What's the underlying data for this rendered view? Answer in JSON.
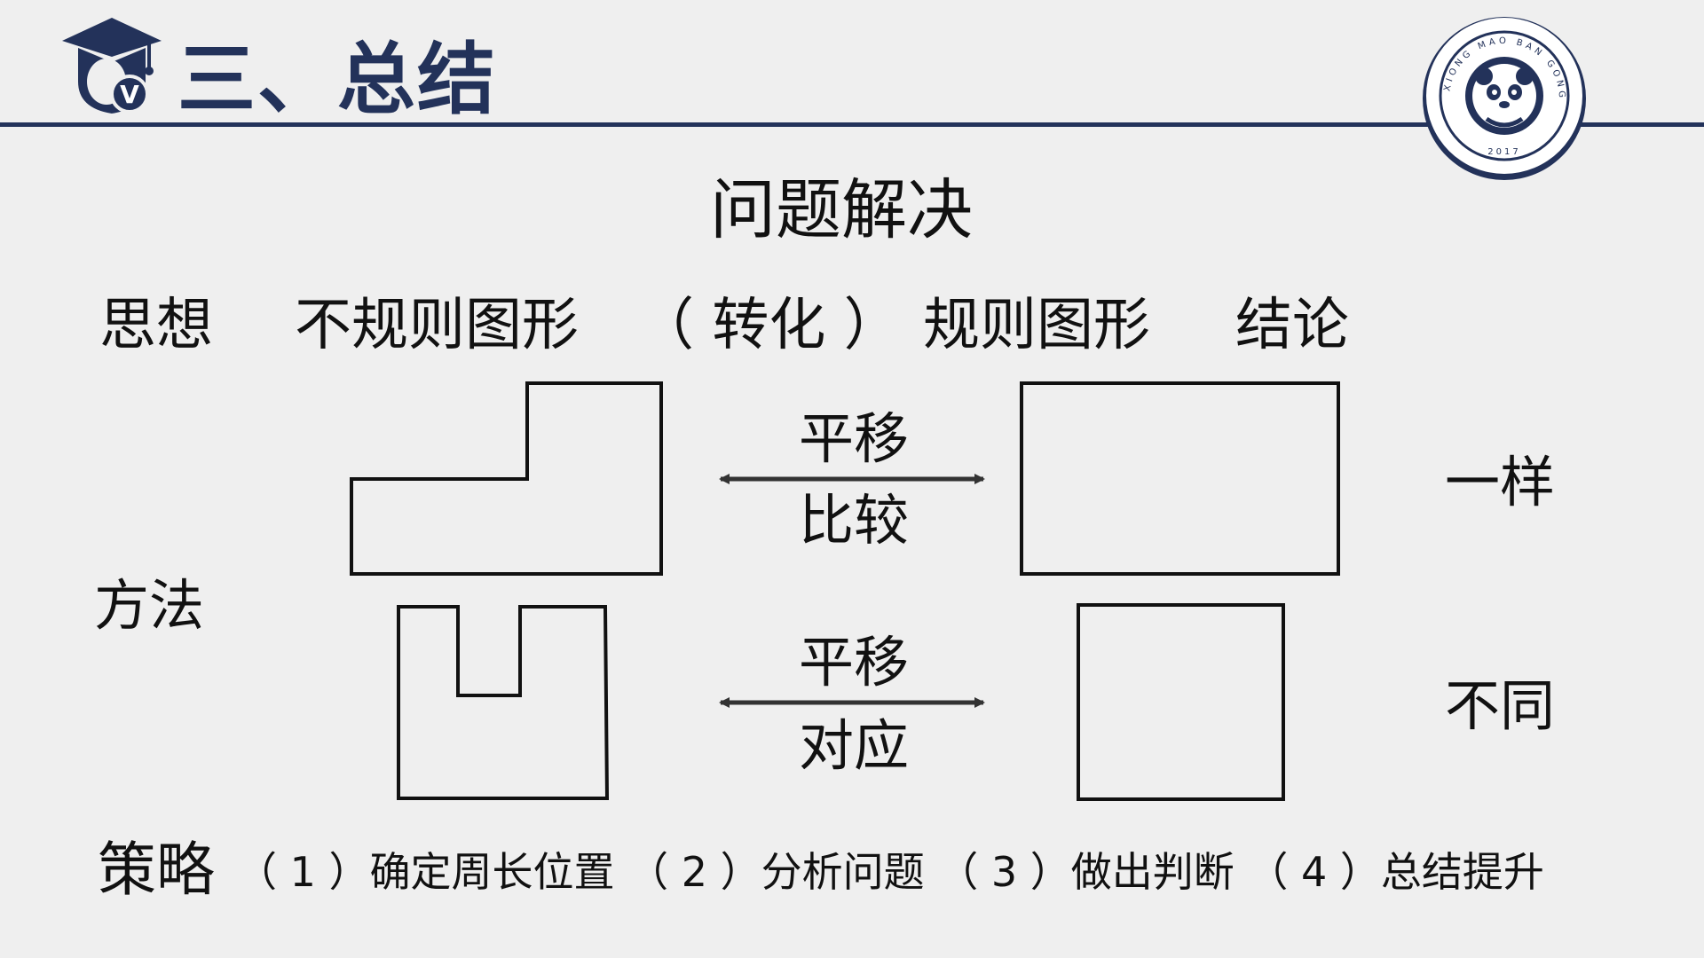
{
  "slide": {
    "title": "三、总结",
    "subtitle": "问题解决"
  },
  "badge": {
    "ring_text": "XIONG MAO BAN GONG",
    "year": "2017"
  },
  "header_row": {
    "label": "思想",
    "irregular": "不规则图形",
    "transform": "（ 转化 ）",
    "regular": "规则图形",
    "conclusion": "结论"
  },
  "method_label": "方法",
  "rows": [
    {
      "op_top": "平移",
      "op_bottom": "比较",
      "conclusion": "一样"
    },
    {
      "op_top": "平移",
      "op_bottom": "对应",
      "conclusion": "不同"
    }
  ],
  "strategy": {
    "label": "策略",
    "steps": [
      "（ 1 ）确定周长位置",
      "（ 2 ）分析问题",
      "（ 3 ）做出判断",
      "（ 4 ）总结提升"
    ]
  },
  "colors": {
    "navy": "#23325a",
    "background": "#efefef"
  }
}
